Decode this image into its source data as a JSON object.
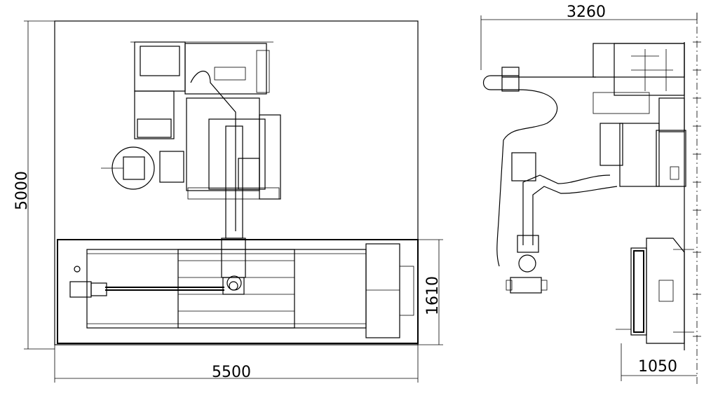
{
  "dimensions": {
    "top_view_height": "5000",
    "top_view_width": "5500",
    "rail_depth": "1610",
    "side_view_width": "3260",
    "side_view_base": "1050"
  },
  "colors": {
    "line": "#000000",
    "background": "#ffffff"
  }
}
